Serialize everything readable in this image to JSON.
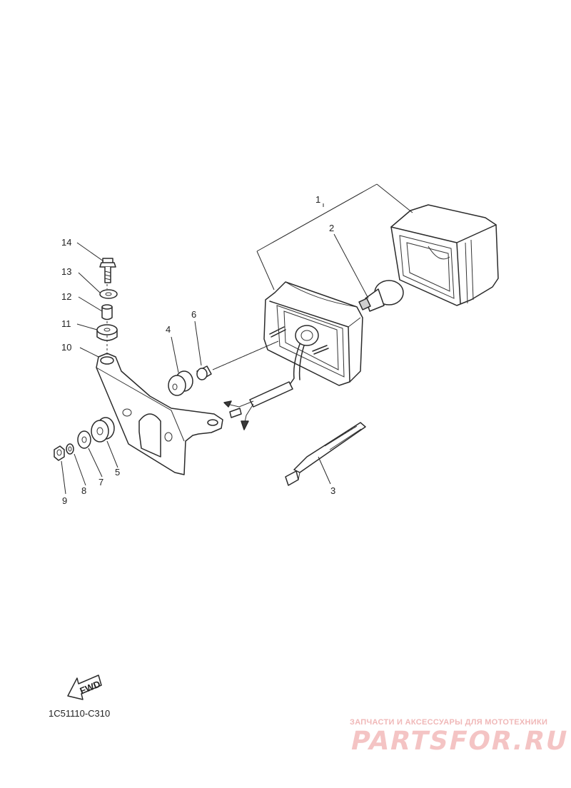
{
  "diagram": {
    "callouts": [
      {
        "id": "1",
        "label": "1"
      },
      {
        "id": "2",
        "label": "2"
      },
      {
        "id": "3",
        "label": "3"
      },
      {
        "id": "4",
        "label": "4"
      },
      {
        "id": "5",
        "label": "5"
      },
      {
        "id": "6",
        "label": "6"
      },
      {
        "id": "7",
        "label": "7"
      },
      {
        "id": "8",
        "label": "8"
      },
      {
        "id": "9",
        "label": "9"
      },
      {
        "id": "10",
        "label": "10"
      },
      {
        "id": "11",
        "label": "11"
      },
      {
        "id": "12",
        "label": "12"
      },
      {
        "id": "13",
        "label": "13"
      },
      {
        "id": "14",
        "label": "14"
      }
    ],
    "fwd_label": "FWD",
    "drawing_code": "1C51110-C310"
  },
  "watermark": {
    "line1": "ЗАПЧАСТИ И АКСЕССУАРЫ ДЛЯ МОТОТЕХНИКИ",
    "line2": "PARTSFOR.RU"
  },
  "colors": {
    "line": "#2a2a2a",
    "watermark": "#f0b8b8"
  }
}
